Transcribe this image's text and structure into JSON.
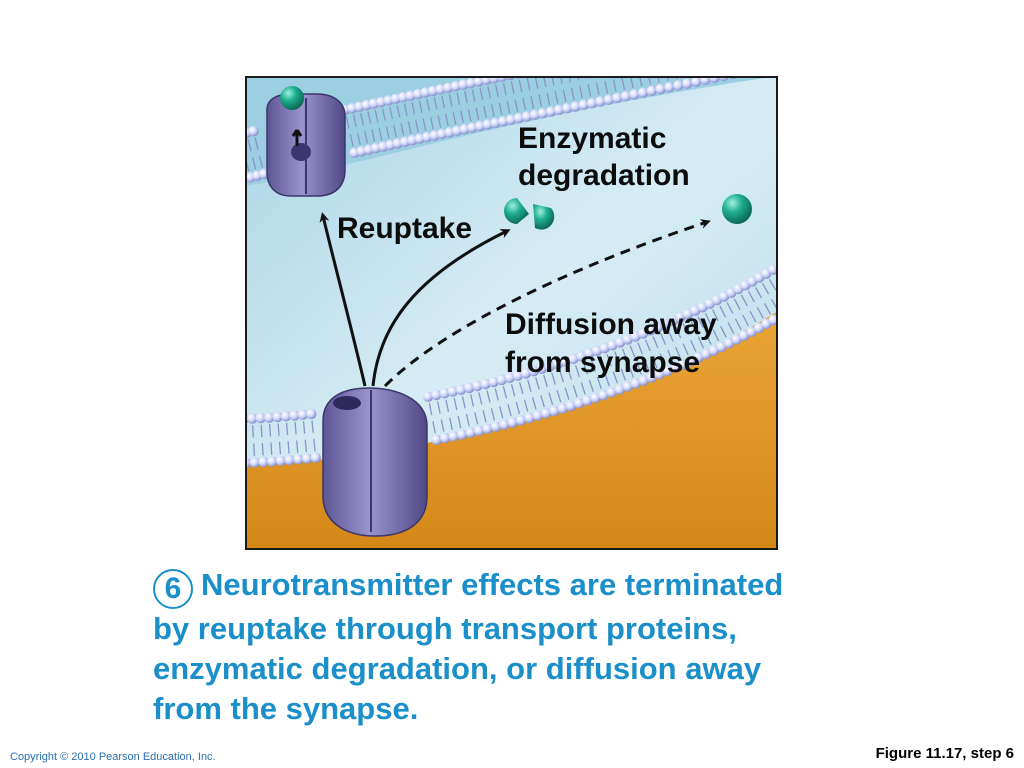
{
  "diagram": {
    "labels": {
      "enzymatic_line1": "Enzymatic",
      "enzymatic_line2": "degradation",
      "reuptake": "Reuptake",
      "diffusion_line1": "Diffusion away",
      "diffusion_line2": "from synapse"
    },
    "colors": {
      "cleft": "#c9e6f1",
      "postsynaptic": "#e39a2a",
      "presynaptic": "#b6dde9",
      "membrane_head": "#c7cff5",
      "protein": "#7f78b4",
      "neurotransmitter": "#1aa68a",
      "arrow": "#111111",
      "frame": "#1a1a1a"
    }
  },
  "caption": {
    "step_number": "6",
    "lines": [
      "Neurotransmitter effects are terminated",
      "by reuptake through transport proteins,",
      "enzymatic degradation, or diffusion away",
      "from the synapse."
    ],
    "color": "#1a8fc9"
  },
  "footer": {
    "copyright": "Copyright © 2010 Pearson Education, Inc.",
    "figure_ref": "Figure 11.17, step 6"
  }
}
